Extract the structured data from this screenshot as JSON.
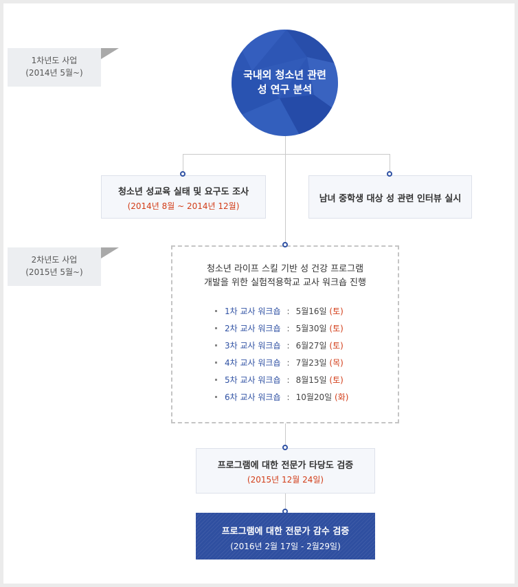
{
  "year_tags": [
    {
      "line1": "1차년도 사업",
      "line2": "(2014년 5월~)"
    },
    {
      "line1": "2차년도 사업",
      "line2": "(2015년 5월~)"
    }
  ],
  "circle": {
    "line1": "국내외 청소년 관련",
    "line2": "성 연구 분석"
  },
  "year1_boxes": [
    {
      "title": "청소년 성교육 실태 및 요구도 조사",
      "date": "(2014년 8월 ~ 2014년 12월)"
    },
    {
      "title": "남녀 중학생 대상 성 관련 인터뷰 실시"
    }
  ],
  "workshop_box": {
    "line1": "청소년 라이프 스킬 기반 성 건강 프로그램",
    "line2": "개발을 위한 실험적용학교 교사 워크숍 진행",
    "items": [
      {
        "label": "1차 교사 워크숍",
        "colon": ":",
        "date": "5월16일",
        "day": "(토)"
      },
      {
        "label": "2차 교사 워크숍",
        "colon": ":",
        "date": "5월30일",
        "day": "(토)"
      },
      {
        "label": "3차 교사 워크숍",
        "colon": ":",
        "date": "6월27일",
        "day": "(토)"
      },
      {
        "label": "4차 교사 워크숍",
        "colon": ":",
        "date": "7월23일",
        "day": "(목)"
      },
      {
        "label": "5차 교사 워크숍",
        "colon": ":",
        "date": "8월15일",
        "day": "(토)"
      },
      {
        "label": "6차 교사 워크숍",
        "colon": ":",
        "date": "10월20일",
        "day": "(화)"
      }
    ]
  },
  "validity_box": {
    "title": "프로그램에 대한 전문가 타당도 검증",
    "date": "(2015년 12월 24일)"
  },
  "final_box": {
    "title": "프로그램에 대한 전문가 감수 검증",
    "date": "(2016년 2월 17일 - 2월29일)"
  },
  "colors": {
    "accent_blue": "#2f51a3",
    "date_red": "#d23c17",
    "circle_blue": "#2d56b5"
  }
}
